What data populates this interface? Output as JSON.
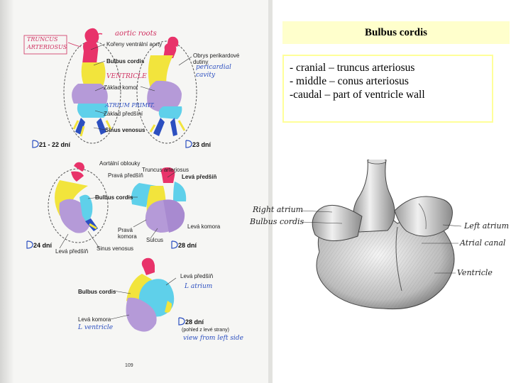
{
  "slide": {
    "title": "Bulbus cordis",
    "lines": [
      "- cranial – truncus arteriosus",
      "- middle – conus arteriosus",
      "-caudal – part of ventricle wall"
    ]
  },
  "book": {
    "labels": {
      "korany": "Kořeny ventrální aorty",
      "bulbus1": "Bulbus cordis",
      "obrys": "Obrys perikardové",
      "dutiny": "dutiny",
      "zaklad_komor": "Základ komor",
      "zaklad_predsini": "Základ předšíní",
      "sinus1": "Sinus venosus",
      "aortalni": "Aortální oblouky",
      "prava_predsin": "Pravá předšíň",
      "truncus": "Truncus arteriosus",
      "leva_predsin1": "Levá předšíň",
      "bulbus2": "Bulbus cordis",
      "prava_komora_1": "Pravá",
      "prava_komora_2": "komora",
      "leva_komora1": "Levá komora",
      "sulcus": "Sulcus",
      "leva_predsin2": "Levá předšíň",
      "sinus2": "Sinus venosus",
      "leva_predsin3": "Levá předšíň",
      "bulbus3": "Bulbus cordis",
      "leva_komora2": "Levá komora",
      "pohled": "(pohled z levé strany)"
    },
    "stages": {
      "s1": "21 - 22 dní",
      "s2": "23 dní",
      "s3": "24 dní",
      "s4": "28 dní",
      "s5": "28 dní"
    },
    "handwritten": {
      "truncus_1": "TRUNCUS",
      "truncus_2": "ARTERIOSUS",
      "aortic_roots": "aortic roots",
      "pericardial_1": "pericardial",
      "pericardial_2": "cavity",
      "ventricle": "VENTRICLE",
      "atrium_primit": "ATRIUM PRIMIT.",
      "l_atrium": "L atrium",
      "l_ventricle": "L ventricle",
      "view_left": "view from left side"
    },
    "page_number": "109"
  },
  "gray_figure": {
    "labels": {
      "right_atrium": "Right atrium",
      "bulbus_cordis": "Bulbus cordis",
      "left_atrium": "Left atrium",
      "atrial_canal": "Atrial canal",
      "ventricle": "Ventricle"
    }
  },
  "colors": {
    "title_bg": "#ffffcc",
    "box_border": "#ffff99",
    "embryo_red": "#e8336a",
    "embryo_yellow": "#f2e43c",
    "embryo_purple": "#b59ad8",
    "embryo_cyan": "#5fd0ea"
  }
}
